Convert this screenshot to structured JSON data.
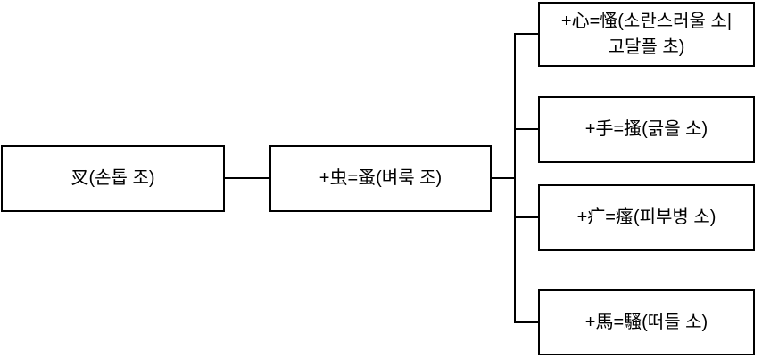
{
  "diagram": {
    "title": "hanja derivation tree for 㕚/蚤 (조/소)",
    "colors": {
      "background": "#ffffff",
      "border": "#000000",
      "text": "#000000"
    },
    "root": {
      "label": "㕚(손톱 조)"
    },
    "intermediate": {
      "label": "+虫=蚤(벼룩 조)"
    },
    "derived": [
      {
        "label": "+心=慅(소란스러울 소|고달플 초)",
        "lines": [
          "+心=慅(소란스러울 소|",
          "고달플 초)"
        ]
      },
      {
        "label": "+手=搔(긁을 소)",
        "lines": [
          "+手=搔(긁을 소)"
        ]
      },
      {
        "label": "+疒=瘙(피부병 소)",
        "lines": [
          "+疒=瘙(피부병 소)"
        ]
      },
      {
        "label": "+馬=騷(떠들 소)",
        "lines": [
          "+馬=騷(떠들 소)"
        ]
      }
    ]
  }
}
